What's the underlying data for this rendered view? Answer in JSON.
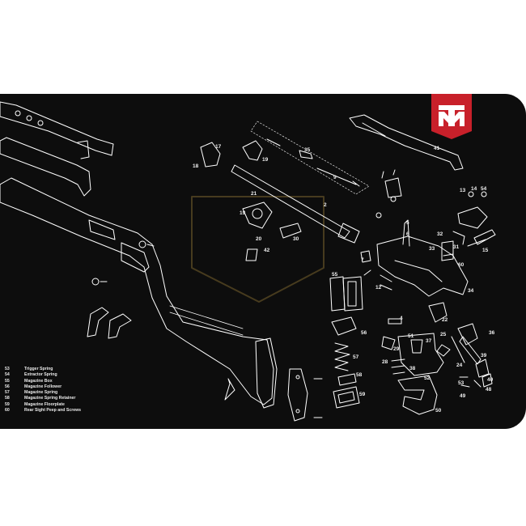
{
  "brand": {
    "logo_letters": "MT",
    "accent": "#c8202a",
    "background": "#0d0d0d",
    "line_color": "#ffffff",
    "watermark_color": "#6e5a2a"
  },
  "legend": [
    {
      "num": "53",
      "text": "Trigger Spring"
    },
    {
      "num": "54",
      "text": "Extractor Spring"
    },
    {
      "num": "55",
      "text": "Magazine Box"
    },
    {
      "num": "56",
      "text": "Magazine Follower"
    },
    {
      "num": "57",
      "text": "Magazine Spring"
    },
    {
      "num": "58",
      "text": "Magazine Spring Retainer"
    },
    {
      "num": "59",
      "text": "Magazine Floorplate"
    },
    {
      "num": "60",
      "text": "Rear Sight Peep and Screws"
    }
  ],
  "part_labels": [
    {
      "id": "17",
      "text": "17"
    },
    {
      "id": "18",
      "text": "18"
    },
    {
      "id": "19a",
      "text": "19"
    },
    {
      "id": "35",
      "text": "35"
    },
    {
      "id": "9",
      "text": "9"
    },
    {
      "id": "41",
      "text": "41"
    },
    {
      "id": "21",
      "text": "21"
    },
    {
      "id": "19b",
      "text": "19"
    },
    {
      "id": "20",
      "text": "20"
    },
    {
      "id": "30",
      "text": "30"
    },
    {
      "id": "42",
      "text": "42"
    },
    {
      "id": "2",
      "text": "2"
    },
    {
      "id": "13",
      "text": "13"
    },
    {
      "id": "14",
      "text": "14"
    },
    {
      "id": "54",
      "text": "54"
    },
    {
      "id": "5",
      "text": "5"
    },
    {
      "id": "6",
      "text": "6"
    },
    {
      "id": "32",
      "text": "32"
    },
    {
      "id": "33",
      "text": "33"
    },
    {
      "id": "31",
      "text": "31"
    },
    {
      "id": "15",
      "text": "15"
    },
    {
      "id": "60",
      "text": "60"
    },
    {
      "id": "7",
      "text": "7"
    },
    {
      "id": "55",
      "text": "55"
    },
    {
      "id": "12",
      "text": "12"
    },
    {
      "id": "34",
      "text": "34"
    },
    {
      "id": "4",
      "text": "4"
    },
    {
      "id": "22",
      "text": "22"
    },
    {
      "id": "56",
      "text": "56"
    },
    {
      "id": "51",
      "text": "51"
    },
    {
      "id": "25",
      "text": "25"
    },
    {
      "id": "36",
      "text": "36"
    },
    {
      "id": "57",
      "text": "57"
    },
    {
      "id": "37",
      "text": "37"
    },
    {
      "id": "29",
      "text": "29"
    },
    {
      "id": "28",
      "text": "28"
    },
    {
      "id": "38",
      "text": "38"
    },
    {
      "id": "24",
      "text": "24"
    },
    {
      "id": "39",
      "text": "39"
    },
    {
      "id": "58",
      "text": "58"
    },
    {
      "id": "52",
      "text": "52"
    },
    {
      "id": "53",
      "text": "53"
    },
    {
      "id": "40",
      "text": "40"
    },
    {
      "id": "48",
      "text": "48"
    },
    {
      "id": "49",
      "text": "49"
    },
    {
      "id": "59",
      "text": "59"
    },
    {
      "id": "50",
      "text": "50"
    }
  ]
}
